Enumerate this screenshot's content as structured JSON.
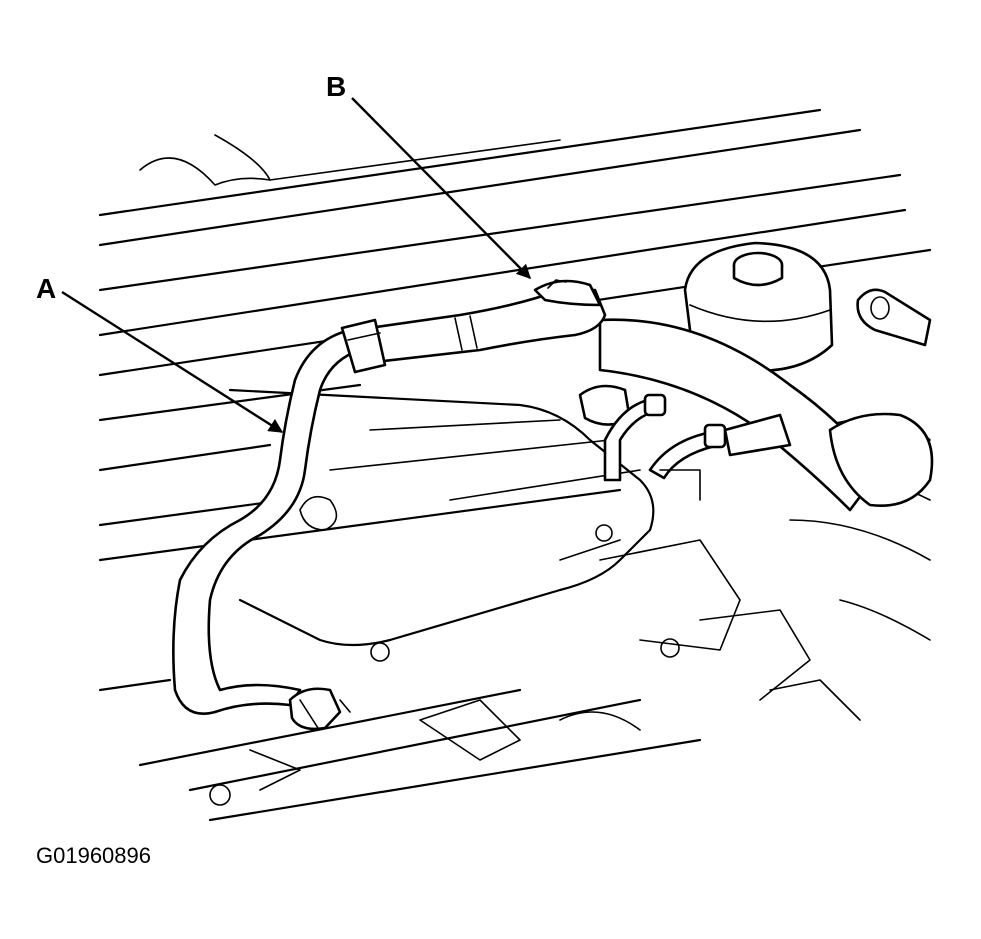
{
  "callouts": {
    "a": "A",
    "b": "B"
  },
  "figure_code": "G01960896",
  "colors": {
    "line": "#000000",
    "background": "#ffffff"
  }
}
